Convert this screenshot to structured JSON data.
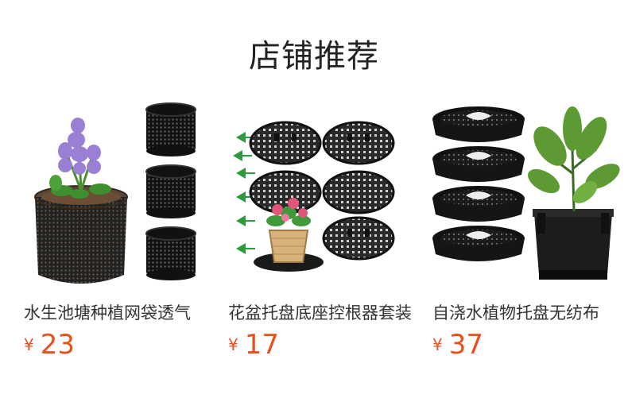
{
  "section": {
    "title": "店铺推荐"
  },
  "products": [
    {
      "name": "水生池塘种植网袋透气",
      "currency": "¥",
      "price": "23",
      "image_icon": "pond-planter-basket-icon"
    },
    {
      "name": "花盆托盘底座控根器套装",
      "currency": "¥",
      "price": "17",
      "image_icon": "flower-pot-tray-icon"
    },
    {
      "name": "自浇水植物托盘无纺布",
      "currency": "¥",
      "price": "37",
      "image_icon": "self-watering-tray-icon"
    }
  ],
  "colors": {
    "price": "#e8501c",
    "title": "#222222",
    "name": "#333333"
  }
}
